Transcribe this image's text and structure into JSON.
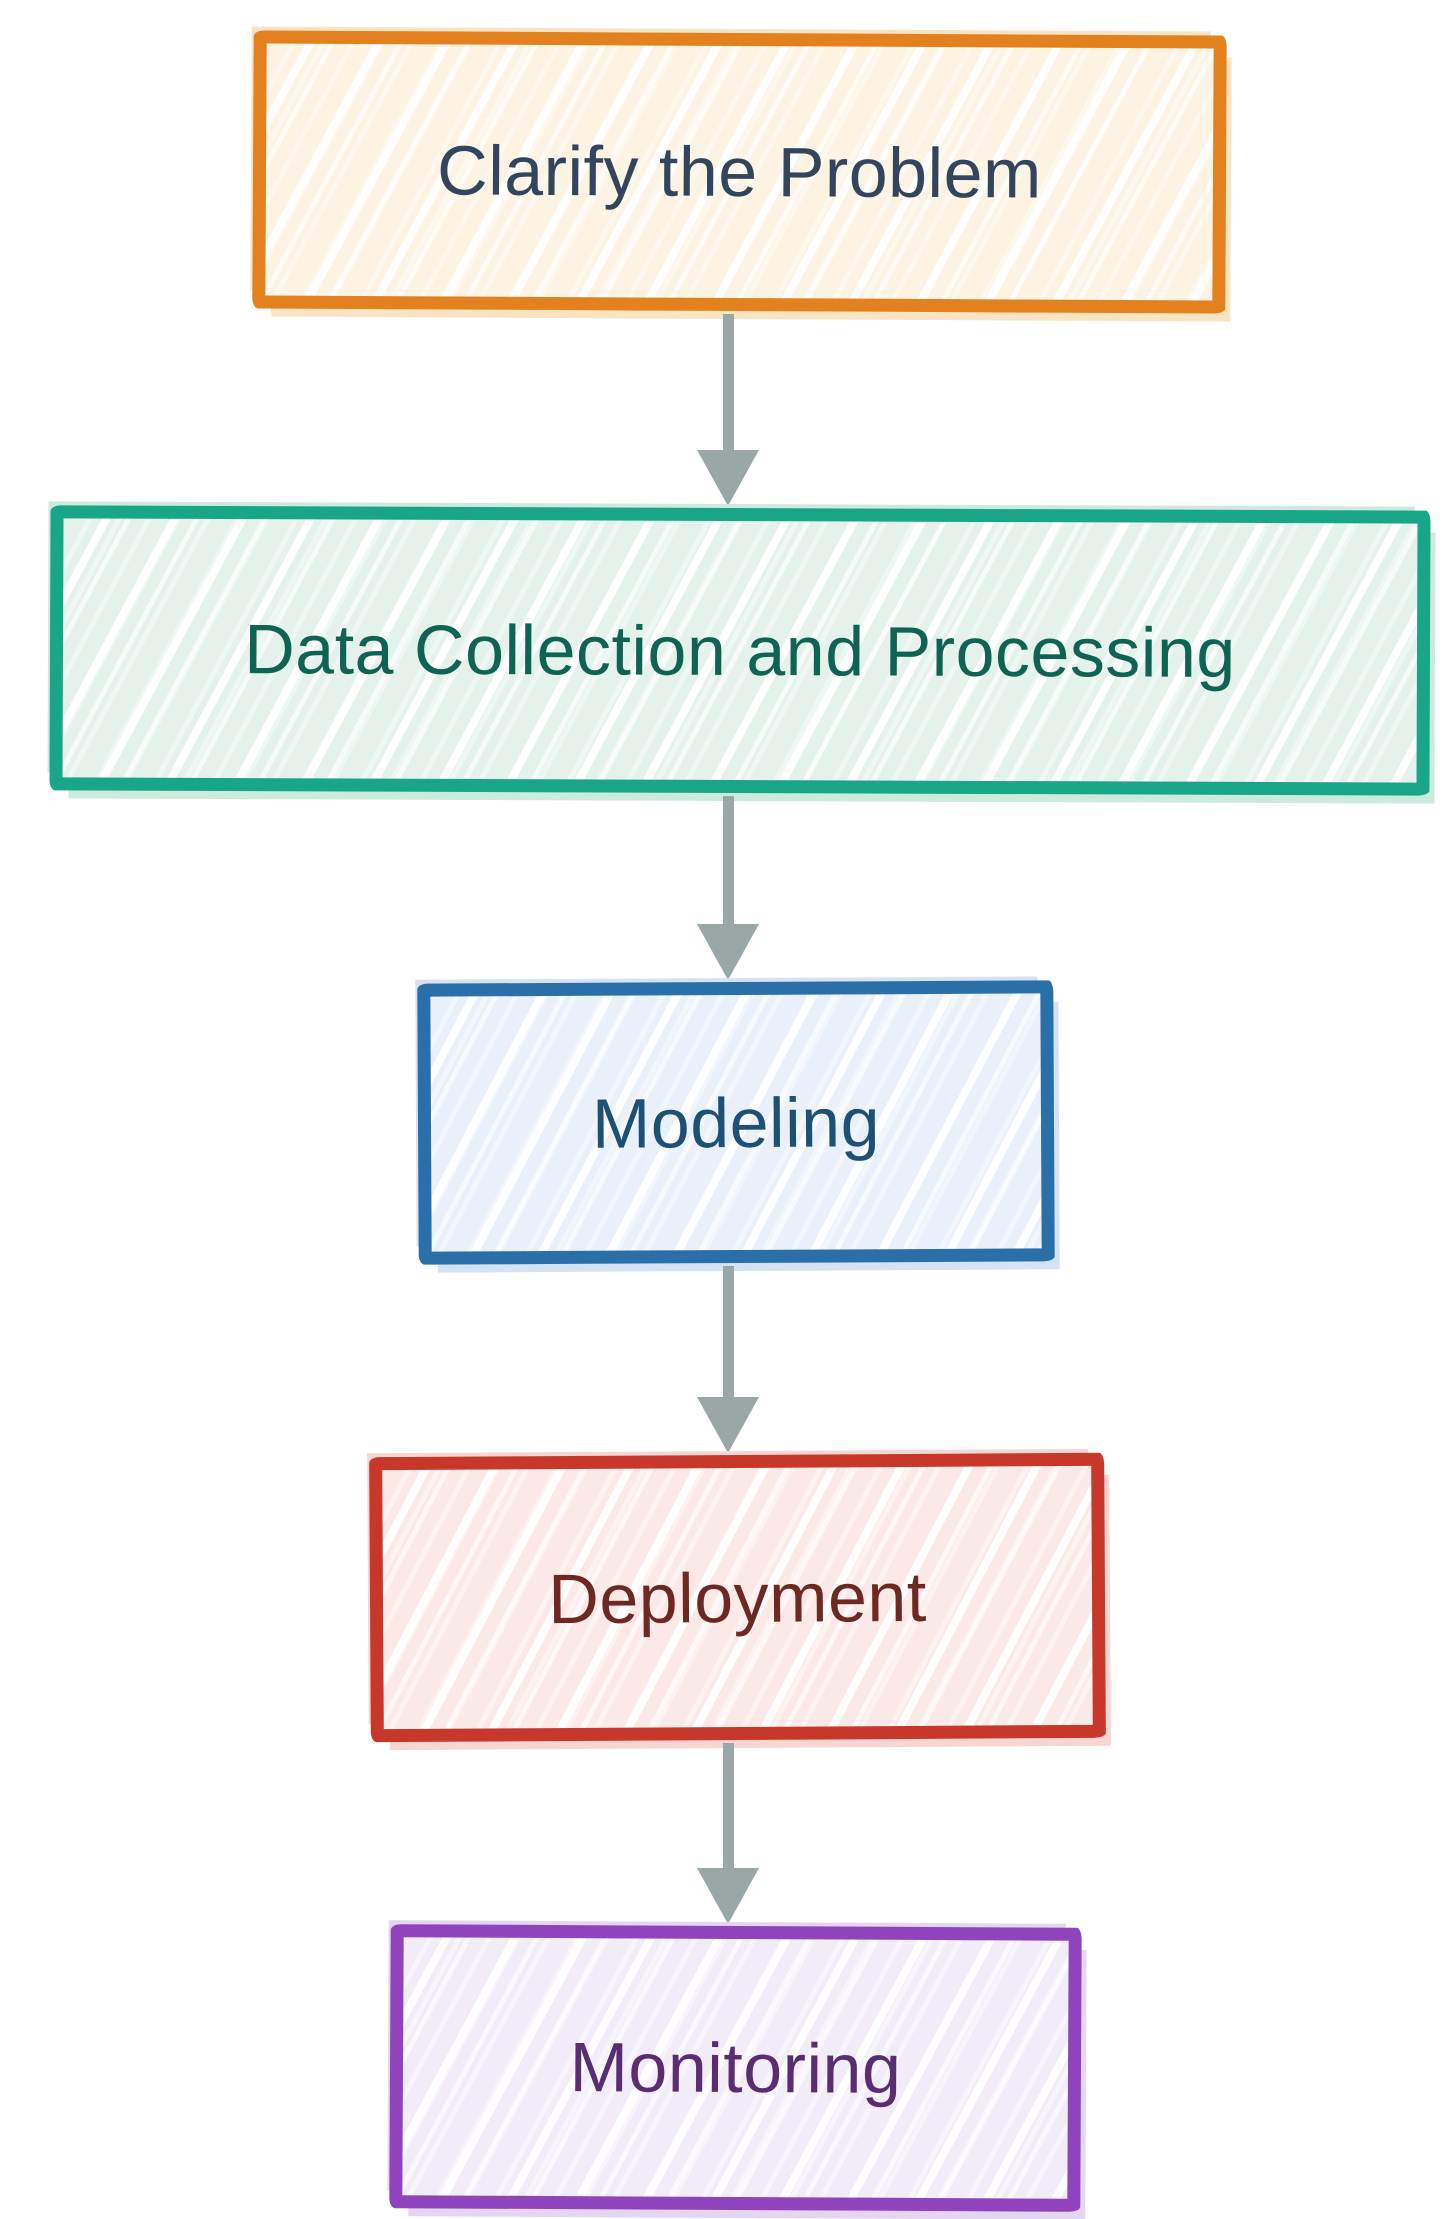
{
  "diagram": {
    "type": "flowchart",
    "direction": "top-down",
    "background_color": "#ffffff",
    "arrow_color": "#9aa7a7",
    "style": "hand-drawn sketch, hatched fills",
    "nodes": [
      {
        "id": "clarify-the-problem",
        "label": "Clarify the Problem",
        "border_color": "#e2811e",
        "fill_color": "#fcf3e2",
        "text_color": "#33455c",
        "fringe_color": "#f8e3c2"
      },
      {
        "id": "data-collection-and-processing",
        "label": "Data Collection and Processing",
        "border_color": "#18a687",
        "fill_color": "#e5f2ec",
        "text_color": "#0f6352",
        "fringe_color": "#cdeade"
      },
      {
        "id": "modeling",
        "label": "Modeling",
        "border_color": "#2a6fa8",
        "fill_color": "#e9f0fa",
        "text_color": "#1c5074",
        "fringe_color": "#d4e2f4"
      },
      {
        "id": "deployment",
        "label": "Deployment",
        "border_color": "#c8382a",
        "fill_color": "#fbe9e7",
        "text_color": "#6e2822",
        "fringe_color": "#f6d6d2"
      },
      {
        "id": "monitoring",
        "label": "Monitoring",
        "border_color": "#8f44bd",
        "fill_color": "#f2ecf8",
        "text_color": "#5a2c71",
        "fringe_color": "#e4d6f0"
      }
    ],
    "edges": [
      {
        "from": "clarify-the-problem",
        "to": "data-collection-and-processing"
      },
      {
        "from": "data-collection-and-processing",
        "to": "modeling"
      },
      {
        "from": "modeling",
        "to": "deployment"
      },
      {
        "from": "deployment",
        "to": "monitoring"
      }
    ]
  }
}
